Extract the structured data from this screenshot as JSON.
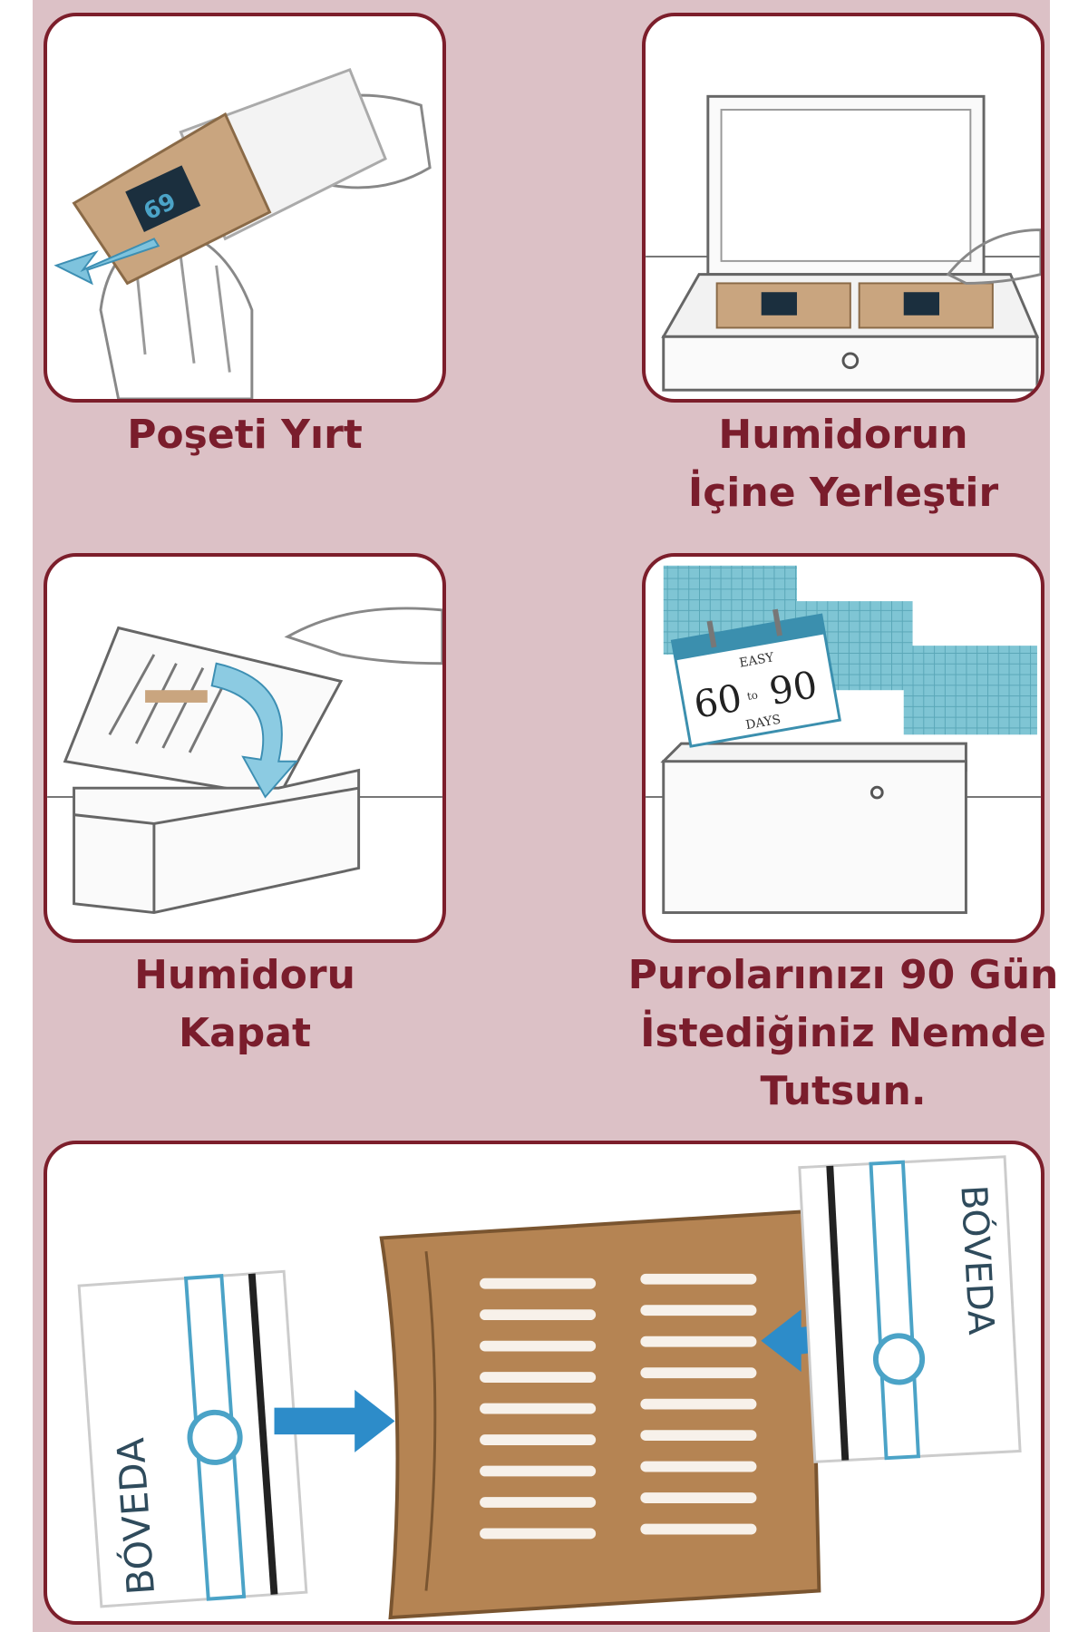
{
  "steps": [
    {
      "caption_lines": [
        "Poşeti Yırt"
      ],
      "image": "tear-pouch-illustration"
    },
    {
      "caption_lines": [
        "Humidorun",
        "İçine Yerleştir"
      ],
      "image": "place-in-humidor-illustration"
    },
    {
      "caption_lines": [
        "Humidoru",
        "Kapat"
      ],
      "image": "close-humidor-illustration"
    },
    {
      "caption_lines": [
        "Purolarınızı 90 Gün",
        "İstediğiniz Nemde",
        "Tutsun."
      ],
      "image": "calendar-humidor-illustration"
    }
  ],
  "calendar": {
    "top": "EASY",
    "left": "60",
    "mid": "to",
    "right": "90",
    "bottom": "DAYS"
  },
  "pouch_number": "69",
  "brand": "BÓVEDA",
  "bottom_image": "boveda-holder-illustration",
  "colors": {
    "background": "#dcc1c6",
    "border": "#7c1e2b",
    "text": "#7a1d2c",
    "accent": "#4ba3c7"
  }
}
